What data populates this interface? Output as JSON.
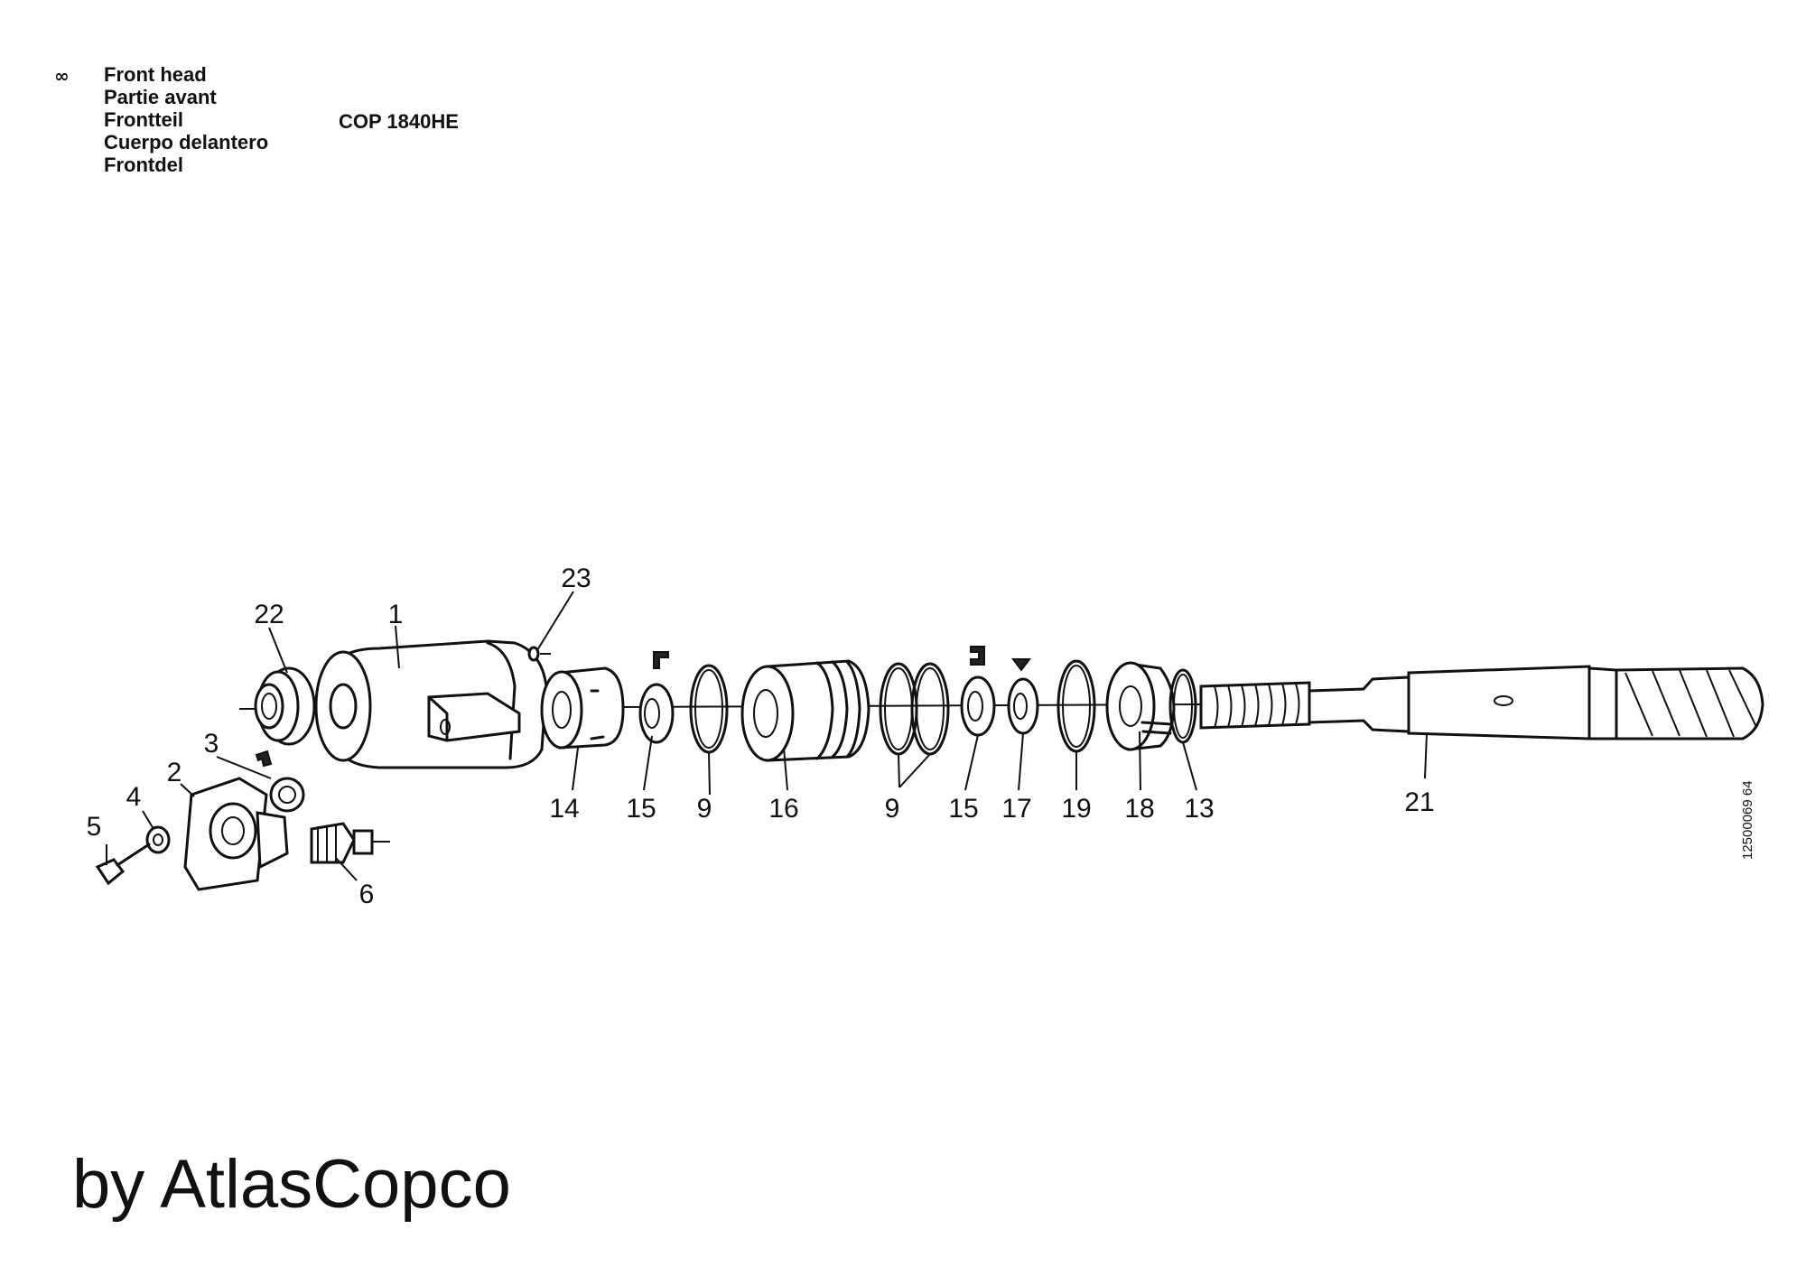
{
  "header": {
    "marker": "∞",
    "titles": [
      "Front head",
      "Partie avant",
      "Frontteil",
      "Cuerpo delantero",
      "Frontdel"
    ],
    "model": "COP 1840HE"
  },
  "callouts": {
    "c1": "1",
    "c2": "2",
    "c3": "3",
    "c4": "4",
    "c5": "5",
    "c6": "6",
    "c9a": "9",
    "c9b": "9",
    "c13": "13",
    "c14": "14",
    "c15a": "15",
    "c15b": "15",
    "c16": "16",
    "c17": "17",
    "c18": "18",
    "c19": "19",
    "c21": "21",
    "c22": "22",
    "c23": "23"
  },
  "ref_code": "12500069 64",
  "footer": "by AtlasCopco"
}
